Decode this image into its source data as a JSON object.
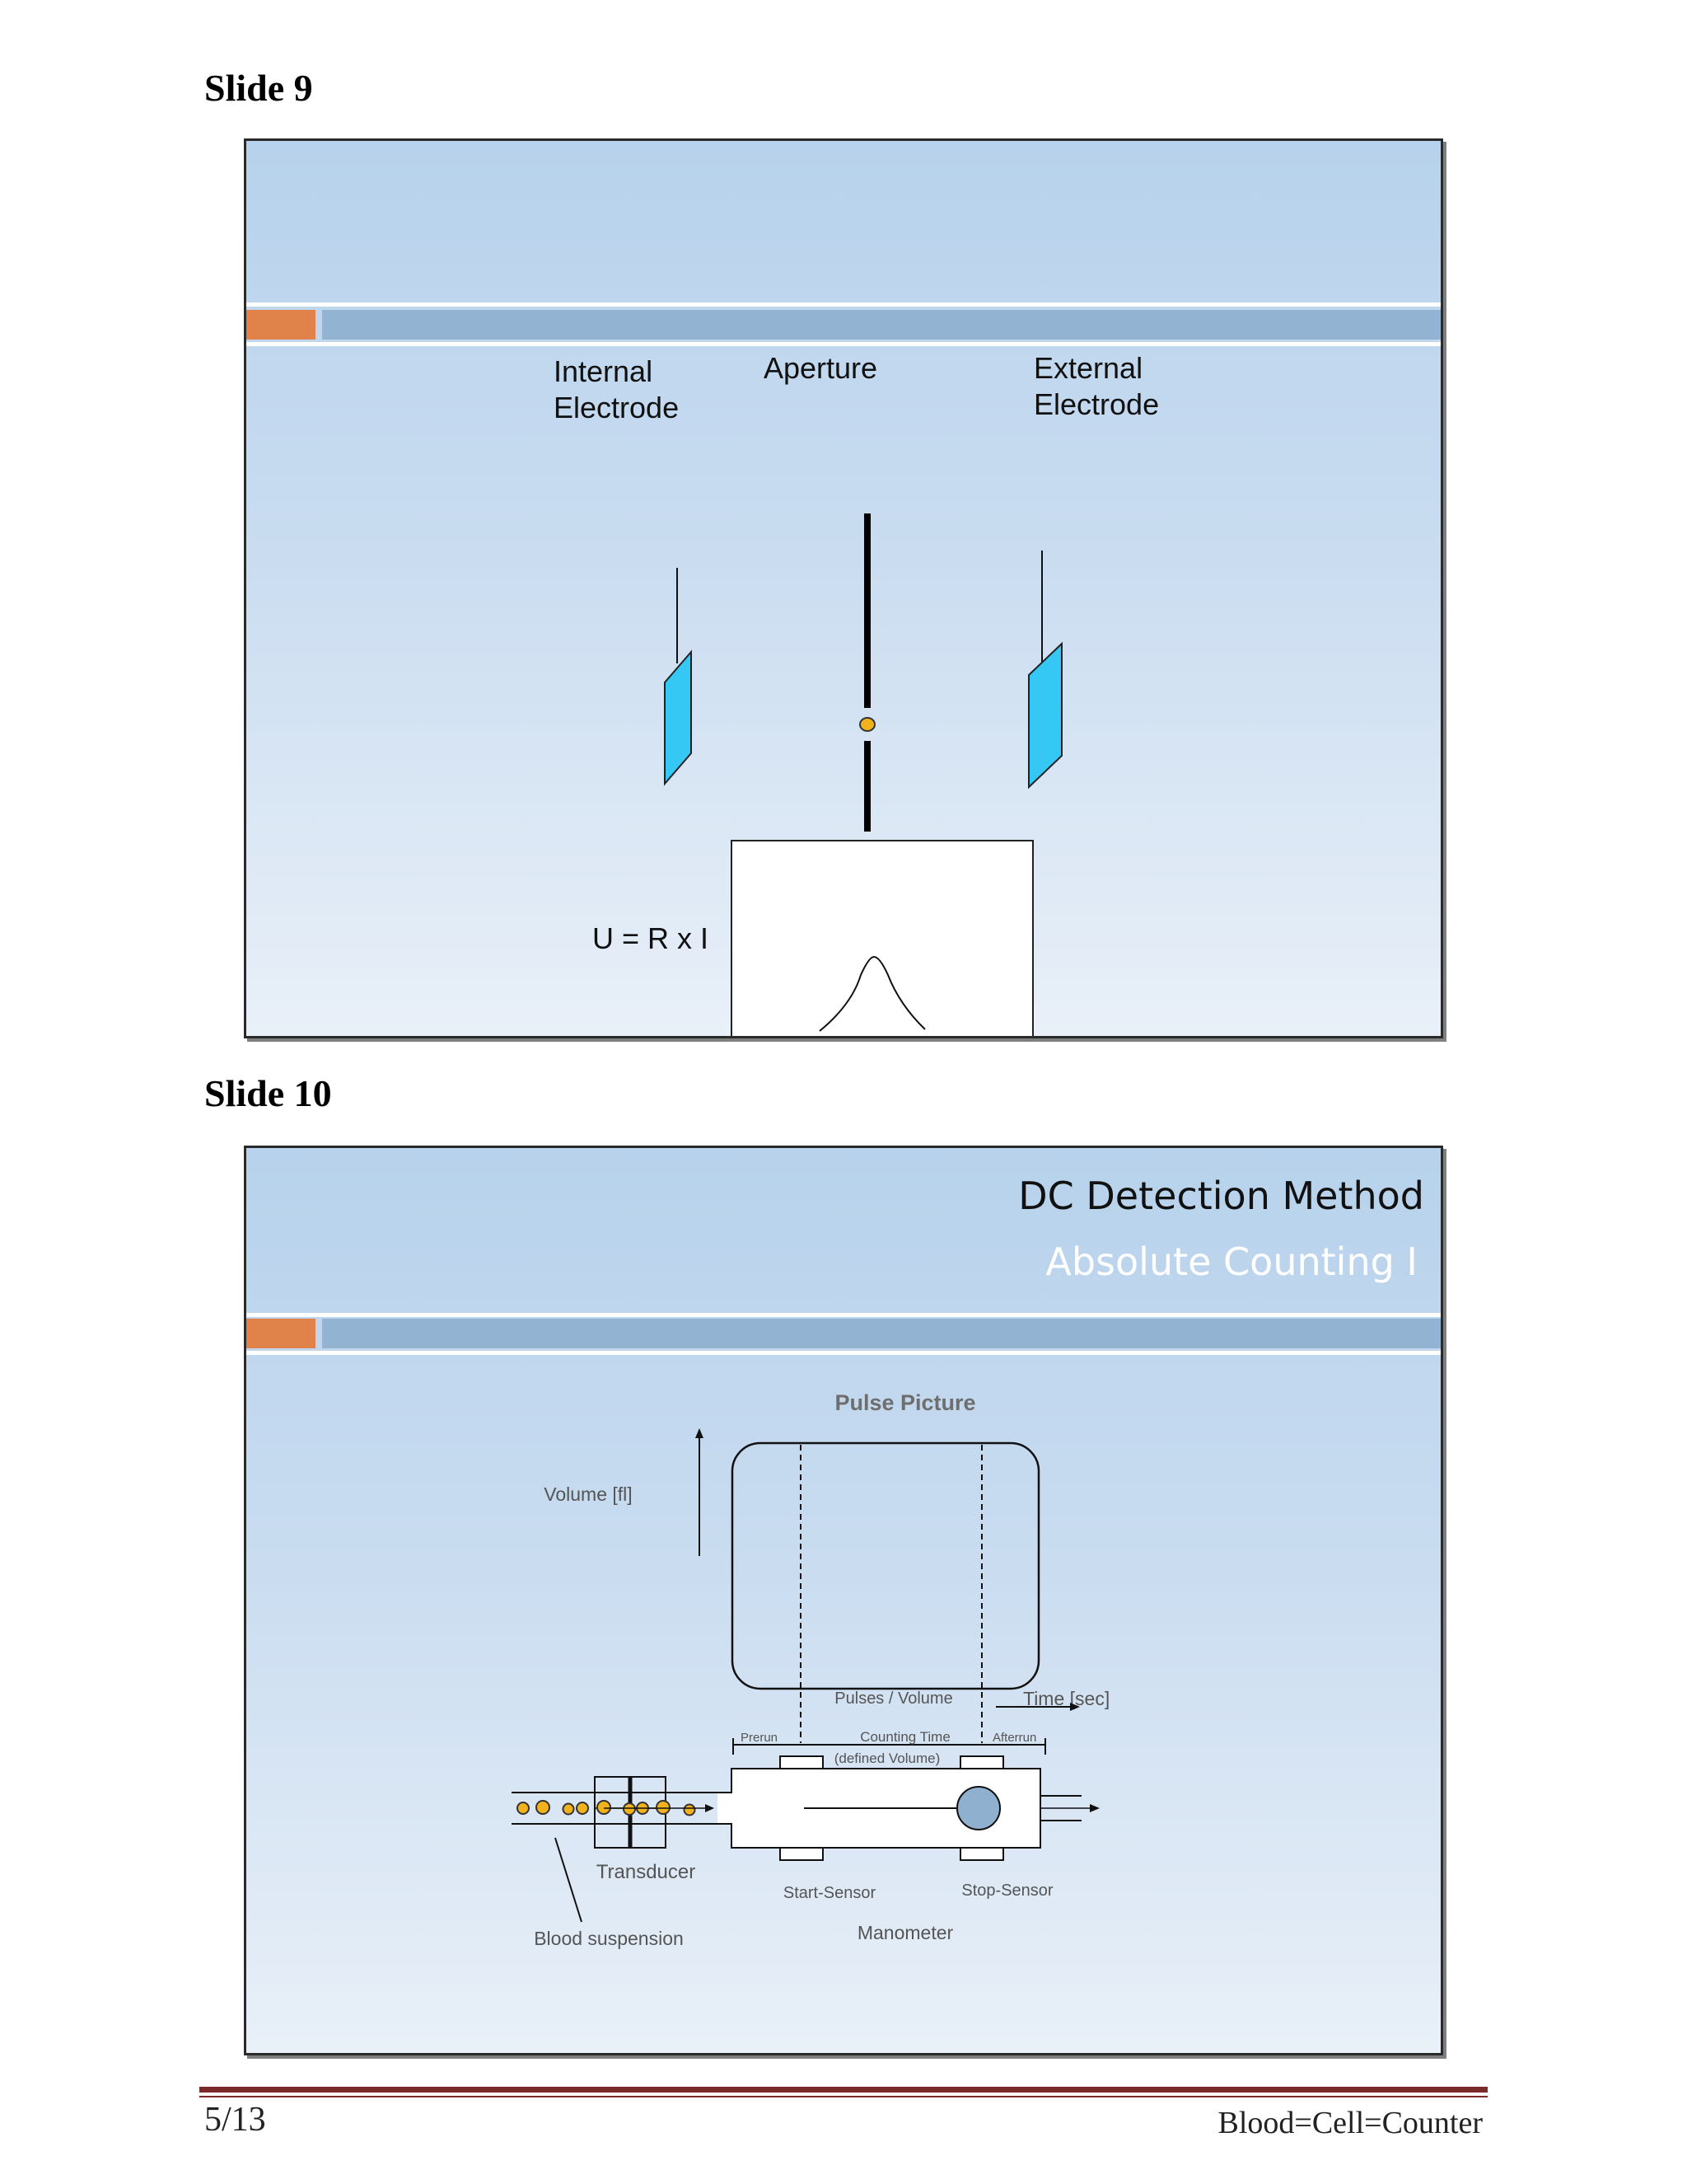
{
  "slide9": {
    "heading": "Slide 9",
    "labels": {
      "internal_line1": "Internal",
      "internal_line2": "Electrode",
      "aperture": "Aperture",
      "external_line1": "External",
      "external_line2": "Electrode",
      "formula": "U = R x I"
    }
  },
  "slide10": {
    "heading": "Slide 10",
    "title": "DC Detection Method",
    "subtitle": "Absolute Counting I",
    "diagram": {
      "pulse_picture": "Pulse Picture",
      "volume_axis": "Volume [fl]",
      "pulses_volume": "Pulses / Volume",
      "time_axis": "Time [sec]",
      "prerun": "Prerun",
      "counting_time": "Counting Time",
      "defined_volume": "(defined Volume)",
      "afterrun": "Afterrun",
      "transducer": "Transducer",
      "start_sensor": "Start-Sensor",
      "stop_sensor": "Stop-Sensor",
      "manometer": "Manometer",
      "blood_suspension": "Blood suspension"
    }
  },
  "footer": {
    "page": "5/13",
    "doc_title": "Blood=Cell=Counter"
  },
  "colors": {
    "accent_orange": "#e0834a",
    "accent_bar": "#93b3d2",
    "electrode_cyan": "#35c8f5",
    "particle_yellow": "#f2b21c",
    "footer_rule": "#7a2a28"
  }
}
